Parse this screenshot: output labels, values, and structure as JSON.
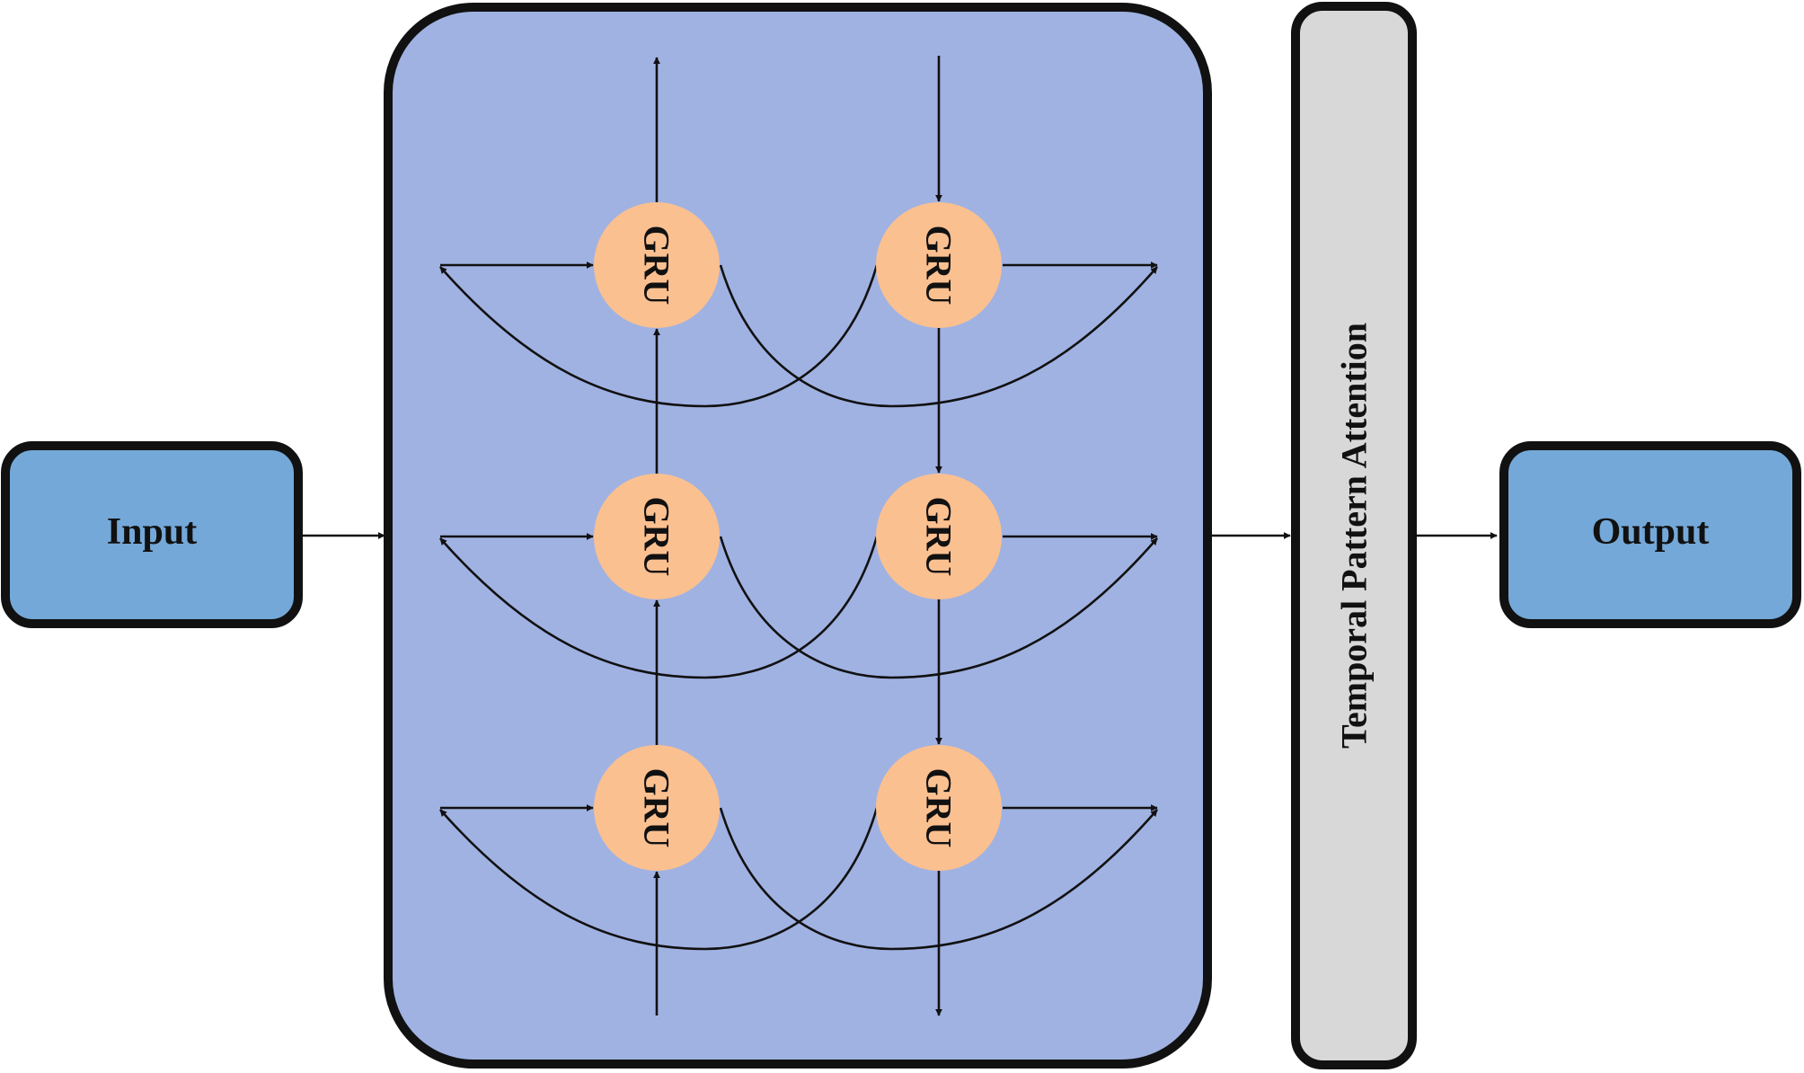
{
  "input": {
    "label": "Input"
  },
  "attention": {
    "label": "Temporal Pattern Attention"
  },
  "output": {
    "label": "Output"
  },
  "gru_units": [
    {
      "label": "GRU"
    },
    {
      "label": "GRU"
    },
    {
      "label": "GRU"
    },
    {
      "label": "GRU"
    },
    {
      "label": "GRU"
    },
    {
      "label": "GRU"
    }
  ],
  "colors": {
    "io_fill": "#74a8d8",
    "container_fill": "#a0b2e2",
    "attention_fill": "#d8d8d8",
    "gru_fill": "#fbc090",
    "stroke": "#111111"
  }
}
